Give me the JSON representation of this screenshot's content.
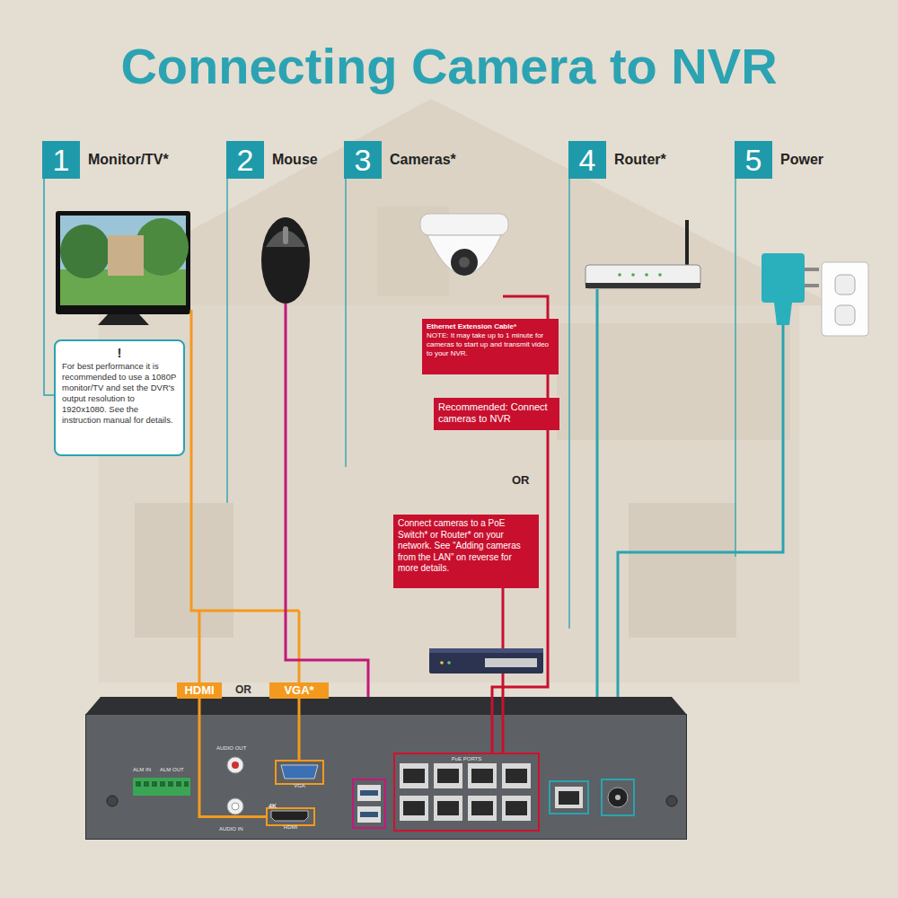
{
  "diagram": {
    "title": "Connecting Camera to NVR",
    "nodes": [
      {
        "text": [
          "1",
          "Monitor/TV*"
        ]
      },
      {
        "text": [
          "2",
          "Mouse"
        ]
      },
      {
        "text": [
          "3",
          "Cameras*"
        ]
      },
      {
        "text": [
          "4",
          "Router*"
        ]
      },
      {
        "text": [
          "5",
          "Power"
        ]
      },
      {
        "text": [
          "!",
          "For best performance it is recommended to use a 1080P monitor/TV and set the DVR's output resolution to 1920x1080. See the instruction manual for details."
        ]
      },
      {
        "text": [
          "Ethernet Extension Cable*",
          "NOTE: It may take up to 1 minute for cameras to start up and transmit video to your NVR."
        ]
      },
      {
        "text": [
          "Recommended: Connect cameras to NVR"
        ]
      },
      {
        "text": [
          "Connect cameras to a PoE Switch* or Router* on your network. See “Adding cameras from the LAN” on reverse for more details."
        ]
      },
      {
        "text": [
          "HDMI"
        ]
      },
      {
        "text": [
          "VGA*"
        ]
      },
      {
        "text": [
          "ALM IN",
          "ALM OUT",
          "AUDIO OUT",
          "AUDIO IN"
        ]
      },
      {
        "text": [
          "VGA"
        ],
        "in": 11
      },
      {
        "text": [
          "4K",
          "HDMI"
        ],
        "in": 11
      },
      {
        "text": [
          "PoE PORTS"
        ],
        "in": 11
      }
    ],
    "edges": [
      {
        "from": 0,
        "to": 5,
        "arrow": "none"
      },
      {
        "from": 6,
        "to": 7,
        "arrow": "none"
      },
      {
        "from": 7,
        "to": 14,
        "arrow": "none"
      },
      {
        "from": 8,
        "to": 14,
        "arrow": "none"
      },
      {
        "from": 9,
        "to": 13,
        "arrow": "none"
      },
      {
        "from": 10,
        "to": 12,
        "arrow": "none"
      }
    ],
    "labels": [
      "OR",
      "OR"
    ]
  }
}
